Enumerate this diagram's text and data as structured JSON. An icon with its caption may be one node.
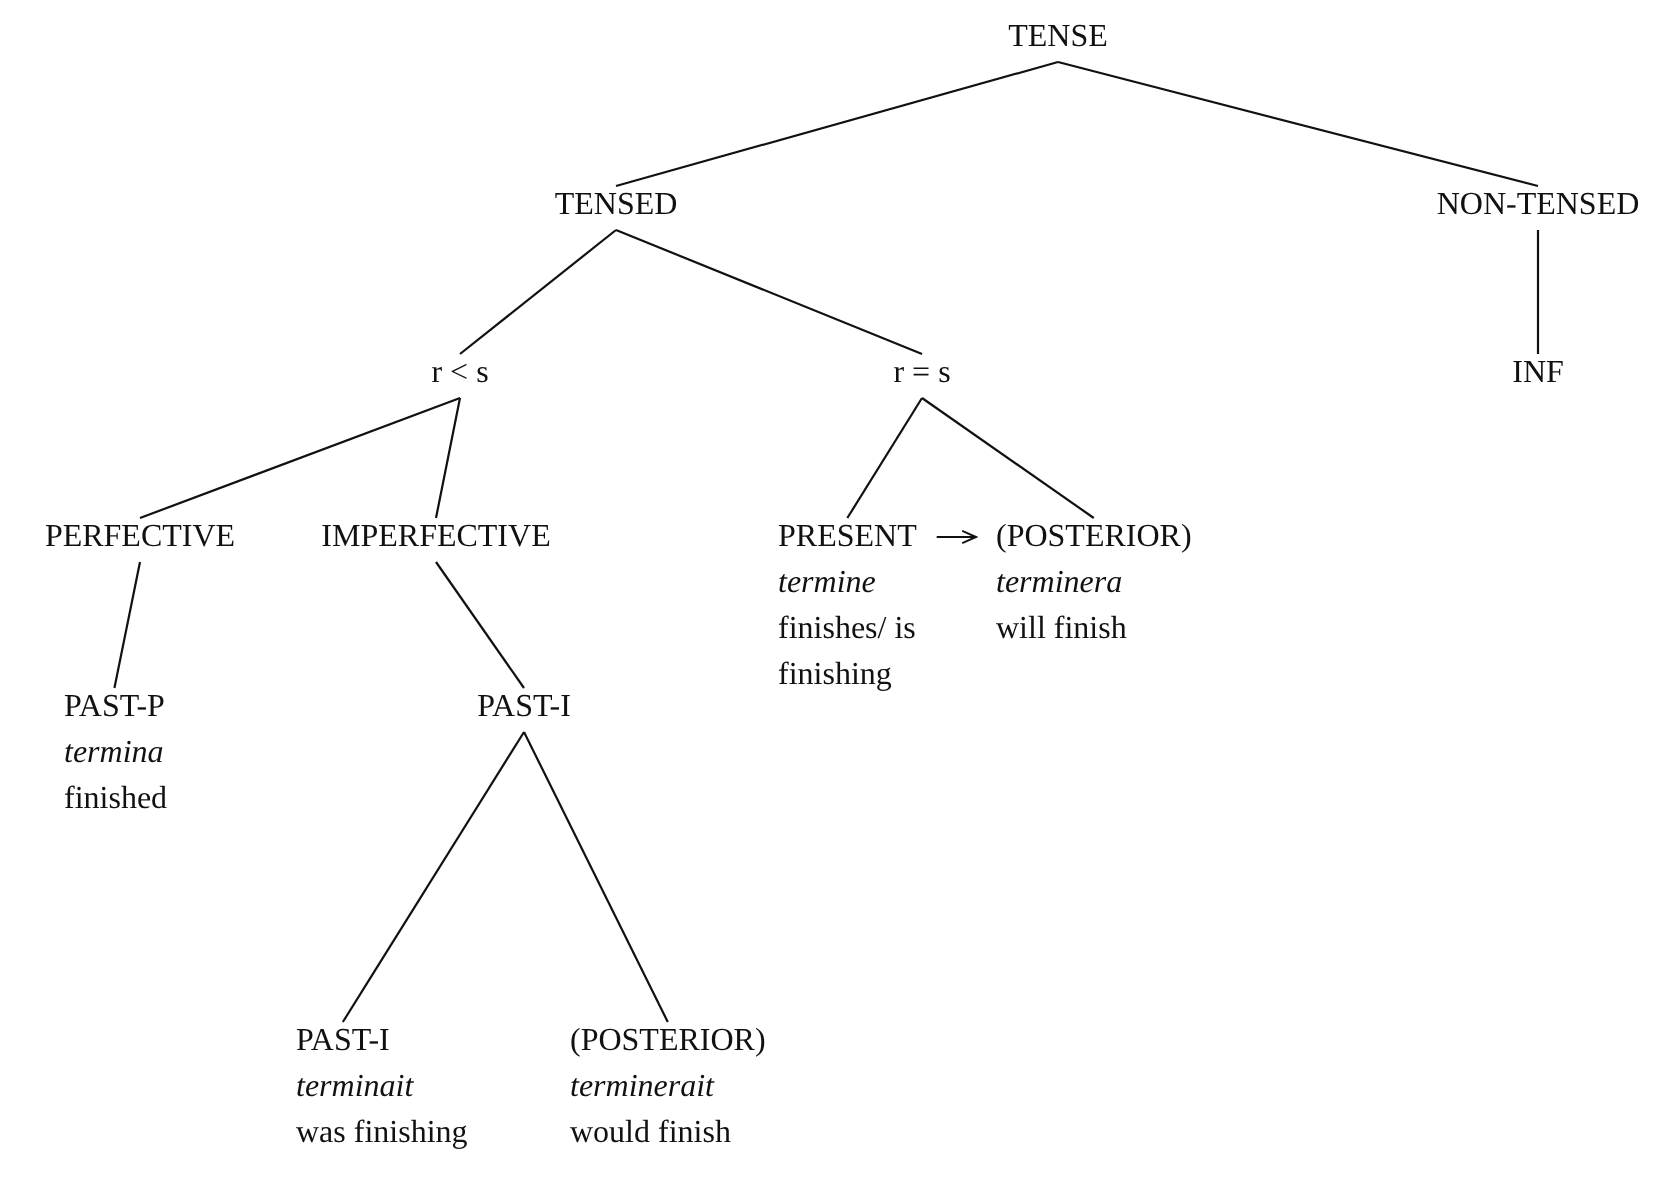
{
  "diagram": {
    "nodes": [
      {
        "text": [
          "TENSE"
        ]
      },
      {
        "text": [
          "TENSED"
        ]
      },
      {
        "text": [
          "NON-TENSED"
        ]
      },
      {
        "text": [
          "r < s"
        ]
      },
      {
        "text": [
          "r = s"
        ]
      },
      {
        "text": [
          "INF"
        ]
      },
      {
        "text": [
          "PERFECTIVE"
        ]
      },
      {
        "text": [
          "IMPERFECTIVE"
        ]
      },
      {
        "text": [
          "PRESENT",
          "termine",
          "finishes/ is finishing"
        ]
      },
      {
        "text": [
          "(POSTERIOR)",
          "terminera",
          "will finish"
        ]
      },
      {
        "text": [
          "PAST-P",
          "termina",
          "finished"
        ]
      },
      {
        "text": [
          "PAST-I"
        ]
      },
      {
        "text": [
          "PAST-I",
          "terminait",
          "was finishing"
        ]
      },
      {
        "text": [
          "(POSTERIOR)",
          "terminerait",
          "would finish"
        ]
      }
    ],
    "edges": [
      {
        "from": 0,
        "to": 1,
        "arrow": "none"
      },
      {
        "from": 0,
        "to": 2,
        "arrow": "none"
      },
      {
        "from": 1,
        "to": 3,
        "arrow": "none"
      },
      {
        "from": 1,
        "to": 4,
        "arrow": "none"
      },
      {
        "from": 2,
        "to": 5,
        "arrow": "none"
      },
      {
        "from": 3,
        "to": 6,
        "arrow": "none"
      },
      {
        "from": 3,
        "to": 7,
        "arrow": "none"
      },
      {
        "from": 4,
        "to": 8,
        "arrow": "none"
      },
      {
        "from": 4,
        "to": 9,
        "arrow": "none"
      },
      {
        "from": 8,
        "to": 9,
        "arrow": "to"
      },
      {
        "from": 6,
        "to": 10,
        "arrow": "none"
      },
      {
        "from": 7,
        "to": 11,
        "arrow": "none"
      },
      {
        "from": 11,
        "to": 12,
        "arrow": "none"
      },
      {
        "from": 11,
        "to": 13,
        "arrow": "none"
      }
    ]
  }
}
